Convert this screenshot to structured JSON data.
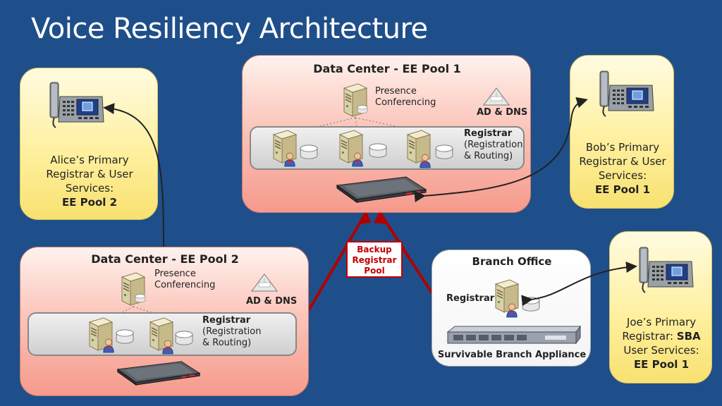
{
  "title": "Voice Resiliency Architecture",
  "alice": {
    "line1": "Alice’s Primary",
    "line2": "Registrar & User",
    "line3": "Services:",
    "line4": "EE Pool 2"
  },
  "bob": {
    "line1": "Bob’s Primary",
    "line2": "Registrar & User",
    "line3": "Services:",
    "line4": "EE Pool 1"
  },
  "joe": {
    "line1": "Joe’s Primary",
    "line2a": "Registrar: ",
    "line2b": "SBA",
    "line3": "User Services:",
    "line4": "EE Pool 1"
  },
  "dc1": {
    "title": "Data Center - EE Pool 1",
    "presence": "Presence",
    "conferencing": "Conferencing",
    "ad_dns": "AD & DNS",
    "registrar": "Registrar",
    "reg_detail1": "(Registration",
    "reg_detail2": "& Routing)"
  },
  "dc2": {
    "title": "Data Center - EE Pool 2",
    "presence": "Presence",
    "conferencing": "Conferencing",
    "ad_dns": "AD & DNS",
    "registrar": "Registrar",
    "reg_detail1": "(Registration",
    "reg_detail2": "& Routing)"
  },
  "branch": {
    "title": "Branch Office",
    "registrar": "Registrar",
    "appliance": "Survivable Branch Appliance"
  },
  "backup": {
    "line1": "Backup",
    "line2": "Registrar",
    "line3": "Pool"
  },
  "colors": {
    "background": "#1f4f8a",
    "backup_red": "#c00000",
    "connector_red": "#b00000"
  }
}
